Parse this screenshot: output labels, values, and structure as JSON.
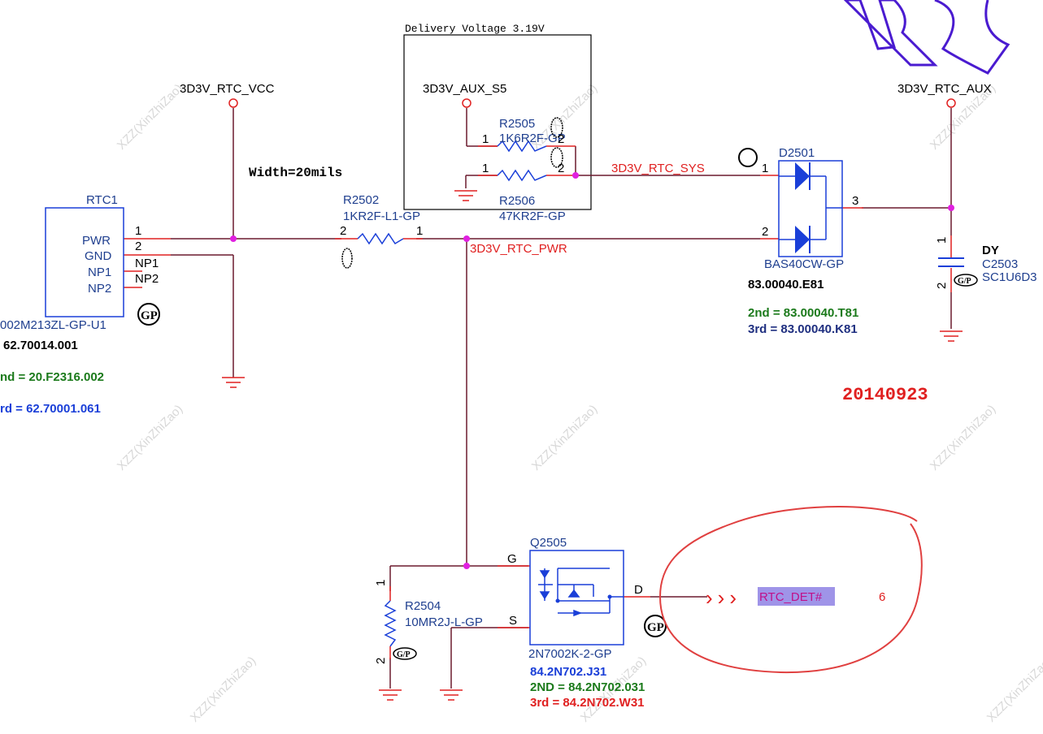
{
  "delivery_box_title": "Delivery Voltage 3.19V",
  "width_note": "Width=20mils",
  "date_stamp": "20140923",
  "watermark": "XZZ(XinZhiZao)",
  "rails": {
    "rtc_vcc": "3D3V_RTC_VCC",
    "aux_s5": "3D3V_AUX_S5",
    "rtc_aux": "3D3V_RTC_AUX",
    "rtc_sys": "3D3V_RTC_SYS",
    "rtc_pwr": "3D3V_RTC_PWR"
  },
  "rtc1": {
    "ref": "RTC1",
    "pins": [
      "PWR",
      "GND",
      "NP1",
      "NP2"
    ],
    "pin_numbers": [
      "1",
      "2"
    ],
    "np_labels": [
      "NP1",
      "NP2"
    ],
    "part": "002M213ZL-GP-U1",
    "pn": "62.70014.001",
    "second": "nd = 20.F2316.002",
    "third": "rd = 62.70001.061"
  },
  "r2502": {
    "ref": "R2502",
    "value": "1KR2F-L1-GP",
    "pin_a": "2",
    "pin_b": "1"
  },
  "r2505": {
    "ref": "R2505",
    "value": "1K6R2F-GP",
    "pin_a": "1",
    "pin_b": "2"
  },
  "r2506": {
    "ref": "R2506",
    "value": "47KR2F-GP",
    "pin_a": "1",
    "pin_b": "2"
  },
  "d2501": {
    "ref": "D2501",
    "part": "BAS40CW-GP",
    "pn": "83.00040.E81",
    "second": "2nd = 83.00040.T81",
    "third": "3rd = 83.00040.K81",
    "pin1": "1",
    "pin2": "2",
    "pin3": "3"
  },
  "c2503": {
    "ref": "C2503",
    "value": "SC1U6D3",
    "flag": "DY",
    "pin1": "1",
    "pin2": "2"
  },
  "q2505": {
    "ref": "Q2505",
    "part": "2N7002K-2-GP",
    "pn": "84.2N702.J31",
    "second": "2ND = 84.2N702.031",
    "third": "3rd = 84.2N702.W31",
    "pin_g": "G",
    "pin_s": "S",
    "pin_d": "D"
  },
  "r2504": {
    "ref": "R2504",
    "value": "10MR2J-L-GP",
    "pin1": "1",
    "pin2": "2"
  },
  "net_out": {
    "name": "RTC_DET#",
    "arrows": "›››",
    "page": "6"
  },
  "gp_mark": "GP",
  "gp_mark_small": "G/P",
  "colors": {
    "wire": "#6b1a2e",
    "pin": "#e02020",
    "component": "#1a3fd8",
    "junction": "#e020e0",
    "annotation": "#e04040"
  }
}
